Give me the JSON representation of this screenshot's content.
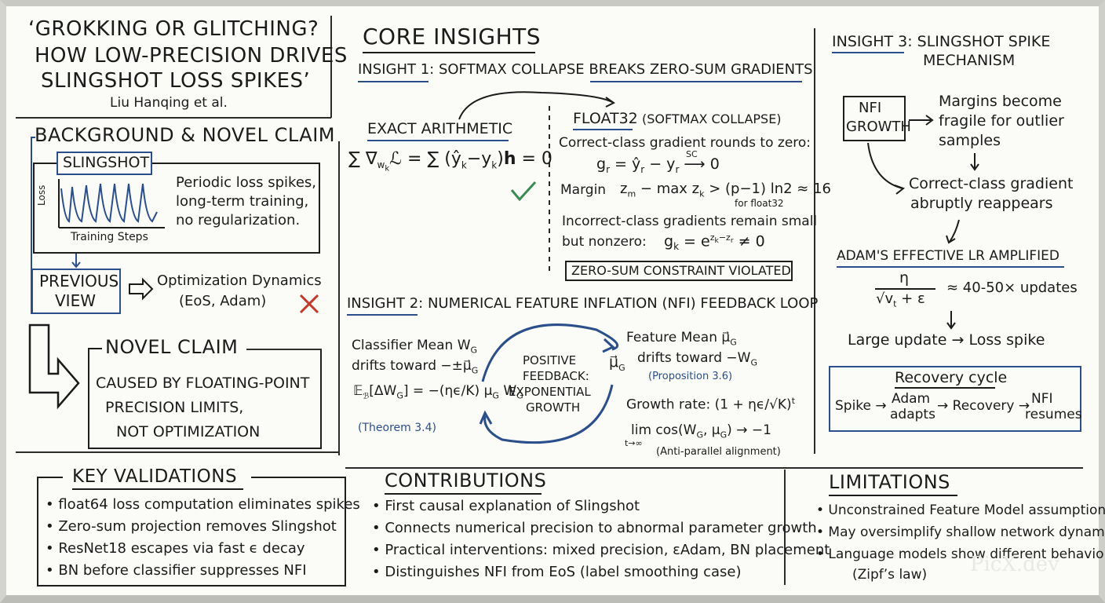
{
  "title": {
    "line1": "‘GROKKING OR GLITCHING?",
    "line2": "HOW LOW-PRECISION DRIVES",
    "line3": "SLINGSHOT LOSS SPIKES’",
    "authors": "Liu Hanqing et al."
  },
  "background": {
    "heading": "BACKGROUND & NOVEL CLAIM",
    "slingshot_label": "SLINGSHOT",
    "plot_ylabel": "Loss",
    "plot_xlabel": "Training Steps",
    "desc1": "Periodic loss spikes,",
    "desc2": "long-term training,",
    "desc3": "no regularization.",
    "previous_view1": "PREVIOUS",
    "previous_view2": "VIEW",
    "opt_dyn1": "Optimization Dynamics",
    "opt_dyn2": "(EoS, Adam)",
    "novel_claim": "NOVEL CLAIM",
    "claim1": "CAUSED BY FLOATING-POINT",
    "claim2": "PRECISION LIMITS,",
    "claim3": "NOT OPTIMIZATION"
  },
  "core": {
    "heading": "CORE INSIGHTS",
    "insight1": "INSIGHT 1: SOFTMAX COLLAPSE BREAKS ZERO-SUM GRADIENTS",
    "exact": "EXACT ARITHMETIC",
    "float32": "FLOAT32",
    "float32_note": "(SOFTMAX COLLAPSE)",
    "grad_zero": "Correct-class gradient rounds to zero:",
    "sc": "SC",
    "margin_label": "Margin",
    "for_float32": "for float32",
    "incorrect1": "Incorrect-class gradients remain small",
    "incorrect2": "but nonzero:",
    "violated": "ZERO-SUM CONSTRAINT VIOLATED",
    "insight2": "INSIGHT 2: NUMERICAL FEATURE INFLATION (NFI) FEEDBACK LOOP",
    "classifier_mean": "Classifier Mean",
    "drifts_toward": "drifts toward",
    "theorem": "(Theorem 3.4)",
    "positive1": "POSITIVE",
    "positive2": "FEEDBACK:",
    "positive3": "EXPONENTIAL",
    "positive4": "GROWTH",
    "feature_mean": "Feature Mean",
    "drifts_toward2": "drifts toward −W",
    "proposition": "(Proposition 3.6)",
    "growth_rate": "Growth rate:",
    "lim": "lim",
    "lim_sub": "t→∞",
    "antiparallel": "(Anti-parallel alignment)"
  },
  "insight3": {
    "heading1": "INSIGHT 3: SLINGSHOT SPIKE",
    "heading2": "MECHANISM",
    "nfi1": "NFI",
    "nfi2": "GROWTH",
    "margins1": "Margins become",
    "margins2": "fragile for outlier",
    "margins3": "samples",
    "reappear1": "Correct-class gradient",
    "reappear2": "abruptly reappears",
    "adam_lr": "ADAM'S EFFECTIVE LR AMPLIFIED",
    "updates": "≈ 40-50× updates",
    "large_update": "Large update → Loss spike",
    "recovery_title": "Recovery cycle",
    "spike": "Spike",
    "adam1": "Adam",
    "adam2": "adapts",
    "recovery": "Recovery",
    "nfi_r1": "NFI",
    "nfi_r2": "resumes"
  },
  "validations": {
    "heading": "KEY VALIDATIONS",
    "items": [
      "• float64 loss computation eliminates spikes",
      "• Zero-sum projection removes Slingshot",
      "• ResNet18 escapes via fast ϵ decay",
      "• BN before classifier suppresses NFI"
    ]
  },
  "contributions": {
    "heading": "CONTRIBUTIONS",
    "items": [
      "• First causal explanation of Slingshot",
      "• Connects numerical precision to abnormal parameter growth",
      "• Practical interventions: mixed precision, εAdam, BN placement",
      "• Distinguishes NFI from EoS (label smoothing case)"
    ]
  },
  "limitations": {
    "heading": "LIMITATIONS",
    "items": [
      "• Unconstrained Feature Model assumption",
      "• May oversimplify shallow network dynamics",
      "• Language models show different behavior",
      "(Zipf’s law)"
    ]
  },
  "watermark": "PicX.dev",
  "colors": {
    "ink": "#1b1b1b",
    "marker_blue": "#2a4f8a",
    "check_green": "#3a8a55",
    "cross_red": "#c0392b"
  }
}
